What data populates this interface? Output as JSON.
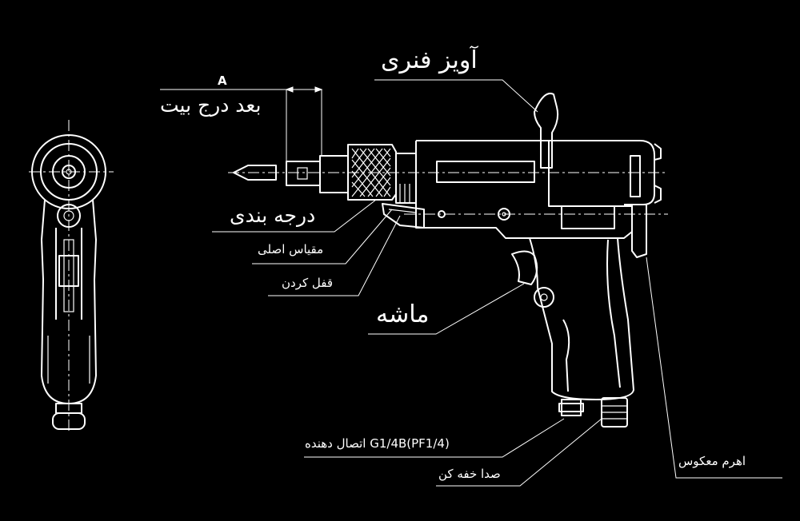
{
  "labels": {
    "dimension_a": "A",
    "after_bit_insert": "بعد درج بیت",
    "spring_hanger": "آویز فنری",
    "graduation": "درجه بندی",
    "main_scale": "مقیاس اصلی",
    "locking": "قفل کردن",
    "trigger": "ماشه",
    "air_connection": "G1/4B(PF1/4) اتصال دهنده",
    "muffler": "صدا خفه کن",
    "reverse_lever": "اهرم معکوس"
  },
  "colors": {
    "background": "#000000",
    "lines": "#ffffff"
  }
}
